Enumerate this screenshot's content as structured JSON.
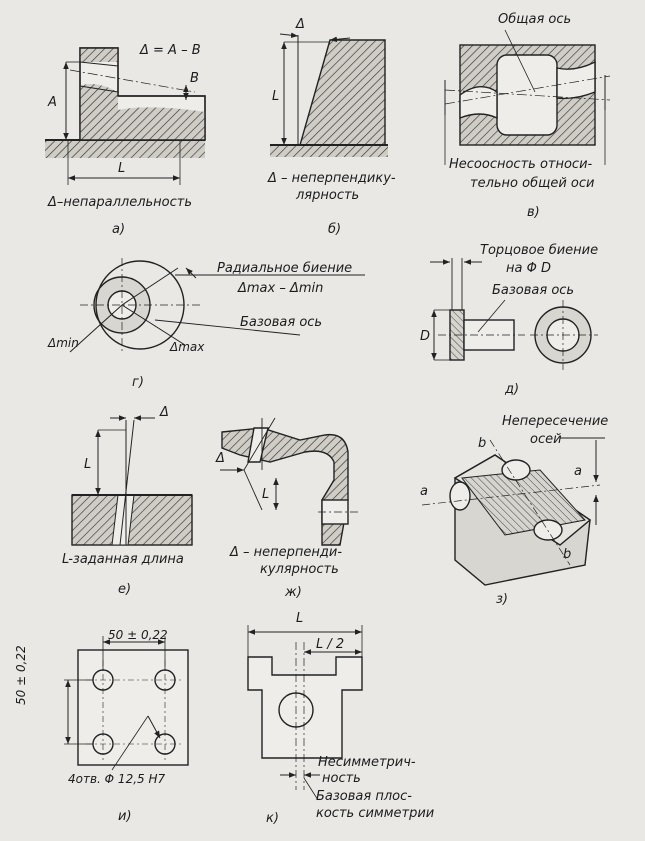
{
  "figures": {
    "a": {
      "caption": "а)",
      "formula": "Δ = A – B",
      "label_A": "A",
      "label_B": "B",
      "label_L": "L",
      "name": "Δ–непараллельность"
    },
    "b": {
      "caption": "б)",
      "label_delta": "Δ",
      "label_L": "L",
      "name_line1": "Δ – неперпендику-",
      "name_line2": "лярность"
    },
    "v": {
      "caption": "в)",
      "common_axis": "Общая ось",
      "name_line1": "Несоосность относи-",
      "name_line2": "тельно общей оси"
    },
    "g": {
      "caption": "г)",
      "title": "Радиальное биение",
      "formula": "Δmax – Δmin",
      "base_axis": "Базовая ось",
      "delta_min": "Δmin",
      "delta_max": "Δmax"
    },
    "d": {
      "caption": "д)",
      "runout_line1": "Торцовое биение",
      "runout_line2": "на Φ D",
      "base_axis": "Базовая ось",
      "label_D": "D"
    },
    "e": {
      "caption": "е)",
      "label_delta": "Δ",
      "label_L": "L",
      "name": "L-заданная длина"
    },
    "zh": {
      "caption": "ж)",
      "label_delta": "Δ",
      "label_L": "L",
      "name_line1": "Δ – неперпенди-",
      "name_line2": "кулярность"
    },
    "z": {
      "caption": "з)",
      "name_line1": "Непересечение",
      "name_line2": "осей",
      "label_a_left": "a",
      "label_a_right": "a",
      "label_b_top": "b",
      "label_b_bottom": "b"
    },
    "i": {
      "caption": "и)",
      "dim_h": "50 ± 0,22",
      "dim_v": "50 ± 0,22",
      "holes": "4отв. Φ 12,5 H7"
    },
    "k": {
      "caption": "к)",
      "label_L": "L",
      "label_L2": "L / 2",
      "asym_line1": "Несимметрич-",
      "asym_line2": "ность",
      "base_line1": "Базовая плос-",
      "base_line2": "кость симметрии"
    }
  }
}
